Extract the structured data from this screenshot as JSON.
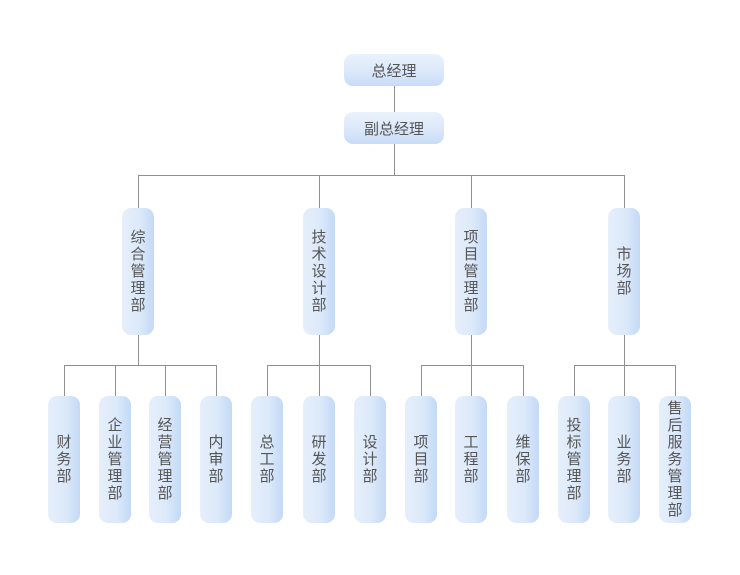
{
  "org_chart": {
    "root": {
      "label": "总经理"
    },
    "deputy": {
      "label": "副总经理"
    },
    "departments": [
      {
        "label": "综合管理部",
        "children": [
          "财务部",
          "企业管理部",
          "经营管理部",
          "内审部"
        ]
      },
      {
        "label": "技术设计部",
        "children": [
          "总工部",
          "研发部",
          "设计部"
        ]
      },
      {
        "label": "项目管理部",
        "children": [
          "项目部",
          "工程部",
          "维保部"
        ]
      },
      {
        "label": "市场部",
        "children": [
          "投标管理部",
          "业务部",
          "售后服务管理部"
        ]
      }
    ]
  },
  "colors": {
    "box_light": "#e6effb",
    "box_dark": "#c3d9f6",
    "connector": "#8f8f8f",
    "text": "#555555"
  }
}
